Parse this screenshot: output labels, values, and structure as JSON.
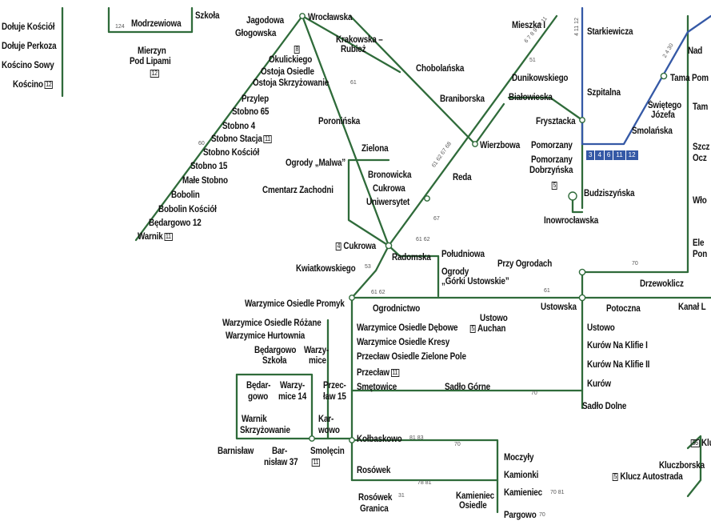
{
  "colors": {
    "green_line": "#2f6b3a",
    "blue_line": "#3559a6",
    "route_box": "#3559a6"
  },
  "stops": {
    "dolne_koscioly": "Dołuje Kościół",
    "doluje_perkoza": "Dołuje Perkoza",
    "koscino_sowy": "Kościno Sowy",
    "koscino": "Kościno",
    "modrzewiowa": "Modrzewiowa",
    "szkola_top": "Szkoła",
    "mierzyn_pod_lipami_1": "Mierzyn",
    "mierzyn_pod_lipami_2": "Pod Lipami",
    "jagodowa": "Jagodowa",
    "glogowska": "Głogowska",
    "wroclawska": "Wrocławska",
    "krakowska_rubiez_1": "Krakowska –",
    "krakowska_rubiez_2": "Rubież",
    "okulickiego": "Okulickiego",
    "ostoja_osiedle": "Ostoja Osiedle",
    "ostoja_skrzyzowanie": "Ostoja Skrzyżowanie",
    "przylep": "Przylep",
    "stobno65": "Stobno 65",
    "stobno4": "Stobno 4",
    "stobno_stacja": "Stobno Stacja",
    "stobno_kosciol": "Stobno Kościół",
    "stobno15": "Stobno 15",
    "male_stobno": "Małe Stobno",
    "bobolin": "Bobolin",
    "bobolin_kosciol": "Bobolin Kościół",
    "bedargowo12": "Będargowo 12",
    "warnik": "Warnik",
    "poroninska": "Poronińska",
    "zielona": "Zielona",
    "ogrody_malwa": "Ogrody „Malwa”",
    "cmentarz_zachodni": "Cmentarz Zachodni",
    "bronowicka_1": "Bronowicka",
    "bronowicka_2": "Cukrowa",
    "bronowicka_3": "Uniwersytet",
    "cukrowa": "Cukrowa",
    "kwiatkowskiego": "Kwiatkowskiego",
    "radomska": "Radomska",
    "poludniowa": "Południowa",
    "ogrody_gorki_1": "Ogrody",
    "ogrody_gorki_2": "„Górki Ustowskie”",
    "chobolanska": "Chobolańska",
    "braniborska": "Braniborska",
    "wierzbowa": "Wierzbowa",
    "reda": "Reda",
    "mieszka": "Mieszka I",
    "dunikowskiego": "Dunikowskiego",
    "bialowieska": "Białowieska",
    "starkiewicza": "Starkiewicza",
    "szpitalna": "Szpitalna",
    "frysztacka": "Frysztacka",
    "pomorzany": "Pomorzany",
    "pomorzany_dobrzynska_1": "Pomorzany",
    "pomorzany_dobrzynska_2": "Dobrzyńska",
    "budziszynska": "Budziszyńska",
    "inowroclawska": "Inowrocławska",
    "swietego_jozefa_1": "Świętego",
    "swietego_jozefa_2": "Józefa",
    "smolanska": "Smolańska",
    "nad": "Nad",
    "tama_pom": "Tama Pom",
    "tam": "Tam",
    "szcz_1": "Szcz",
    "szcz_2": "Ocz",
    "wlo": "Wło",
    "ele_1": "Ele",
    "ele_2": "Pon",
    "przy_ogrodach": "Przy Ogrodach",
    "drzewolicz": "Drzewoklicz",
    "kanal": "Kanał L",
    "ustowska": "Ustowska",
    "potoczna": "Potoczna",
    "ustowo": "Ustowo",
    "kurow_klifie1": "Kurów Na Klifie I",
    "kurow_klifie2": "Kurów Na Klifie II",
    "kurow": "Kurów",
    "sadlo_dolne": "Sadło Dolne",
    "warzymice_promyk": "Warzymice Osiedle Promyk",
    "ogrodnictwo": "Ogrodnictwo",
    "ustowo_auchan_1": "Ustowo",
    "ustowo_auchan_2": "Auchan",
    "warzymice_rozane": "Warzymice Osiedle Różane",
    "warzymice_hurtownia": "Warzymice Hurtownia",
    "warzymice_debowe": "Warzymice Osiedle Dębowe",
    "warzymice_kresy": "Warzymice Osiedle Kresy",
    "przeclaw_zielone": "Przecław Osiedle Zielone Pole",
    "przeclaw": "Przecław",
    "bedargowo_szkola_1": "Będargowo",
    "bedargowo_szkola_2": "Szkoła",
    "warzymice_1": "Warzy-",
    "warzymice_2": "mice",
    "bedargowo_1": "Będar-",
    "bedargowo_2": "gowo",
    "warzymice14_1": "Warzy-",
    "warzymice14_2": "mice 14",
    "przeclaw15_1": "Przec-",
    "przeclaw15_2": "ław 15",
    "smetowice": "Smętowice",
    "sadlo_gorne": "Sadło Górne",
    "warnik_skrz_1": "Warnik",
    "warnik_skrz_2": "Skrzyżowanie",
    "karwowo_1": "Kar-",
    "karwowo_2": "wowo",
    "kolbaskowo": "Kołbaskowo",
    "barnislaw": "Barnisław",
    "barnislaw37_1": "Bar-",
    "barnislaw37_2": "nisław 37",
    "smolecin": "Smolęcin",
    "moczyly": "Moczyły",
    "kamionki": "Kamionki",
    "kamieniec": "Kamieniec",
    "kamieniec_osiedle_1": "Kamieniec",
    "kamieniec_osiedle_2": "Osiedle",
    "pargowo": "Pargowo",
    "rosowek": "Rosówek",
    "rosowek_granica_1": "Rosówek",
    "rosowek_granica_2": "Granica",
    "kluczborska": "Kluczborska",
    "klucz_autostrada": "Klucz Autostrada",
    "klu": "Klu"
  },
  "badges": {
    "koscino": "12",
    "mierzyn": "12",
    "okulickiego": "8",
    "stobno_stacja": "11",
    "warnik": "11",
    "cukrowa": "4",
    "pomorzany_dobrzynska": "5",
    "ustowo_auchan": "5",
    "przeclaw": "11",
    "smolecin": "11",
    "klucz": "5",
    "klu": "66"
  },
  "route_numbers": {
    "top_left": "124",
    "mieszka": "6 7 8 9 10 11",
    "starkiewicza": "4 11 12",
    "diag_right": "2 4 30",
    "pomorzany_blue": [
      "3",
      "4",
      "6",
      "11",
      "12"
    ],
    "line51": "51",
    "line53": "53",
    "line61": "61",
    "line62": "62",
    "line61_62": "61 62",
    "line70": "70",
    "line81": "81",
    "line67": "67",
    "line60": "60",
    "reda_diag": "61 62 67 68",
    "kolbaskowo": "81 83",
    "rosowek": "31",
    "kamieniec": "70 81",
    "pargowo": "70",
    "line_81_83": "78 81",
    "line_60_diag": "60"
  }
}
